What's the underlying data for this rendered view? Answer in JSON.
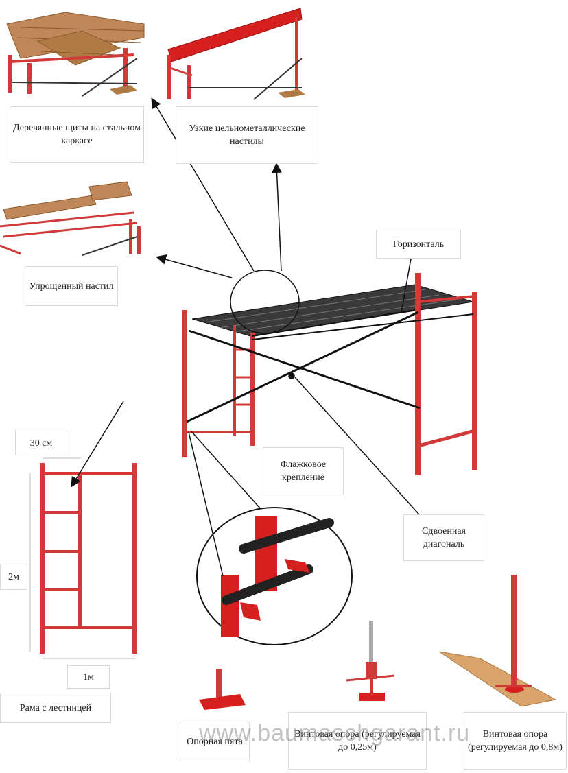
{
  "colors": {
    "frame": "#d23a3a",
    "frame_dark": "#b52222",
    "wood": "#b07a45",
    "wood_dark": "#8a5a2c",
    "deck": "#3a3a3a",
    "line": "#111111",
    "label_border": "#d9d9d9"
  },
  "labels": {
    "wooden_panels": "Деревянные щиты на стальном каркасе",
    "narrow_decks": "Узкие цельнометаллические настилы",
    "simplified_deck": "Упрощенный настил",
    "horizontal": "Горизонталь",
    "flag_mount": "Флажковое крепление",
    "double_diagonal": "Сдвоенная диагональ",
    "dim_30cm": "30 см",
    "dim_2m": "2м",
    "dim_1m": "1м",
    "frame_with_ladder": "Рама с лестницей",
    "support_heel": "Опорная пята",
    "screw_support_1": "Винтовая опора (регулируемая до 0,25м)",
    "screw_support_2": "Винтовая опора (регулируемая до 0,8м)"
  },
  "watermark": "www.baumaschgarant.ru"
}
